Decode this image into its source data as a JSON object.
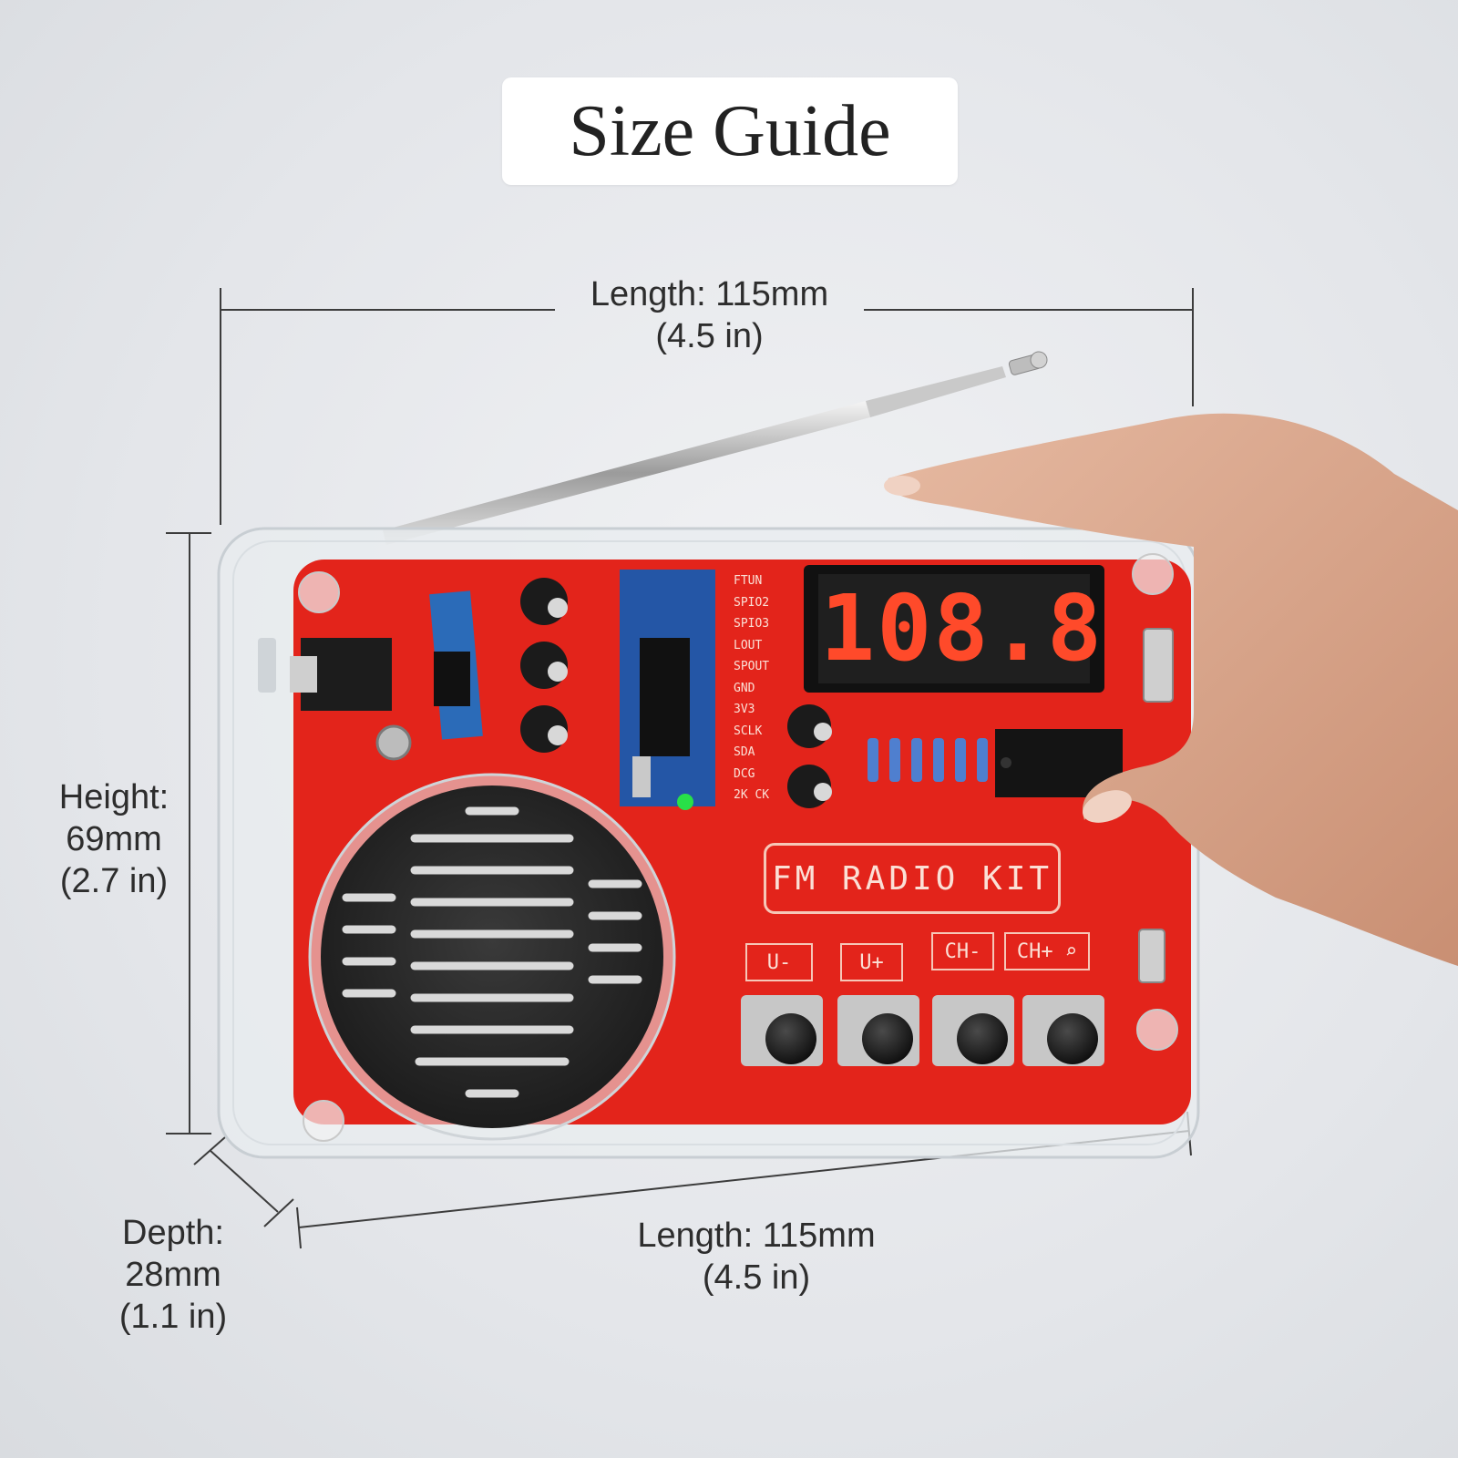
{
  "title": "Size Guide",
  "dimensions": {
    "length_top": {
      "label": "Length: 115mm",
      "sub": "(4.5 in)"
    },
    "height": {
      "label": "Height:",
      "value": "69mm",
      "sub": "(2.7 in)"
    },
    "depth": {
      "label": "Depth:",
      "value": "28mm",
      "sub": "(1.1 in)"
    },
    "length_bottom": {
      "label": "Length: 115mm",
      "sub": "(4.5 in)"
    }
  },
  "device": {
    "display": "108.8",
    "kit_label": "FM RADIO KIT",
    "buttons": [
      "U-",
      "U+",
      "CH-",
      "CH+ ⌕"
    ],
    "pin_labels": [
      "FTUN",
      "SPIO2",
      "SPIO3",
      "LOUT",
      "SPOUT",
      "GND",
      "3V3",
      "SCLK",
      "SDA",
      "DCG",
      "2K CK"
    ],
    "board_color": "#e3241b",
    "display_color": "#ff4a2a"
  }
}
